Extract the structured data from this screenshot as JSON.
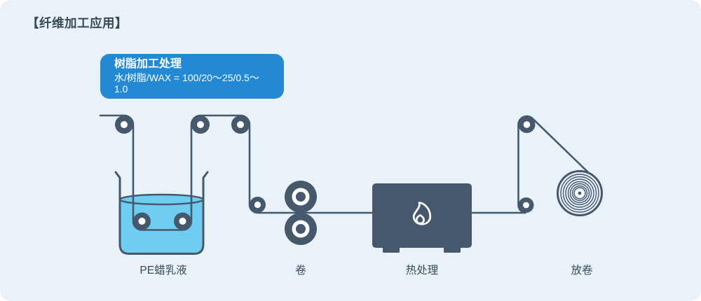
{
  "header": {
    "title": "【纤维加工应用】"
  },
  "callout": {
    "title": "树脂加工处理",
    "formula": "水/树脂/WAX = 100/20〜25/0.5〜1.0"
  },
  "stages": [
    {
      "id": "tank",
      "label": "PE蜡乳液"
    },
    {
      "id": "nip",
      "label": "卷"
    },
    {
      "id": "heat",
      "label": "热处理"
    },
    {
      "id": "unwind",
      "label": "放卷"
    }
  ],
  "icons": {
    "flame": "flame-icon",
    "rollers": "roller-icon",
    "coil": "wound-roll-icon"
  },
  "colors": {
    "panel_bg": "#e8f2f8",
    "machine": "#46586c",
    "liquid": "#6fcdf1",
    "accent": "#2489d4",
    "text": "#3b4856",
    "callout_text": "#ffffff"
  }
}
